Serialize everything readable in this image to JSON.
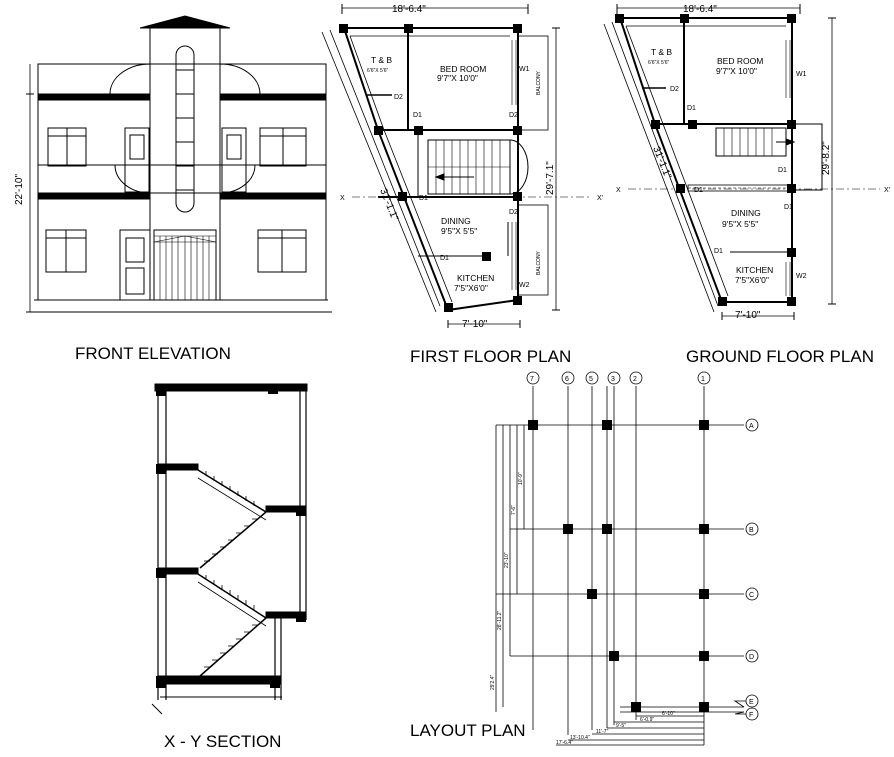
{
  "titles": {
    "front_elevation": "FRONT ELEVATION",
    "first_floor": "FIRST FLOOR PLAN",
    "ground_floor": "GROUND FLOOR PLAN",
    "section": "X - Y  SECTION",
    "layout": "LAYOUT PLAN"
  },
  "elevation": {
    "height_dim": "22'-10\""
  },
  "first_floor": {
    "top_dim": "18'-6.4\"",
    "right_dim": "29'-7.1\"",
    "slant_dim": "31'-1.1\"",
    "bottom_dim": "7'-10\"",
    "rooms": {
      "tb": "T & B",
      "tb_size": "6'6\"X 5'6\"",
      "bed": "BED ROOM",
      "bed_size": "9'7\"X 10'0\"",
      "dining": "DINING",
      "dining_size": "9'5\"X 5'5\"",
      "kitchen": "KITCHEN",
      "kitchen_size": "7'5\"X6'0\"",
      "balcony": "BALCONY"
    },
    "tags": {
      "d1": "D1",
      "d2": "D2",
      "w1": "W1",
      "w2": "W2"
    },
    "axis_x": "X",
    "axis_x2": "X'"
  },
  "ground_floor": {
    "top_dim": "18'-6.4\"",
    "right_dim": "29'-8.2\"",
    "slant_dim": "31'-1.1\"",
    "bottom_dim": "7'-10\"",
    "rooms": {
      "tb": "T & B",
      "tb_size": "6'6\"X 5'6\"",
      "bed": "BED ROOM",
      "bed_size": "9'7\"X 10'0\"",
      "dining": "DINING",
      "dining_size": "9'5\"X 5'5\"",
      "kitchen": "KITCHEN",
      "kitchen_size": "7'5\"X6'0\""
    },
    "tags": {
      "d1": "D1",
      "d2": "D2",
      "w1": "W1",
      "w2": "W2"
    },
    "axis_x": "X",
    "axis_x2": "X'"
  },
  "layout": {
    "columns": [
      "7",
      "6",
      "5",
      "3",
      "2",
      "1"
    ],
    "rows": [
      "A",
      "B",
      "C",
      "D",
      "E",
      "F"
    ],
    "vdims": [
      "10'-9\"",
      "7'-6\"",
      "23'-10\"",
      "28'-11.2\"",
      "29'2.4\""
    ],
    "hdims": [
      "6'-10\"",
      "6'-0.9\"",
      "9'-5\"",
      "11'-7\"",
      "13'-10.4\"",
      "17'-6.4\""
    ]
  }
}
